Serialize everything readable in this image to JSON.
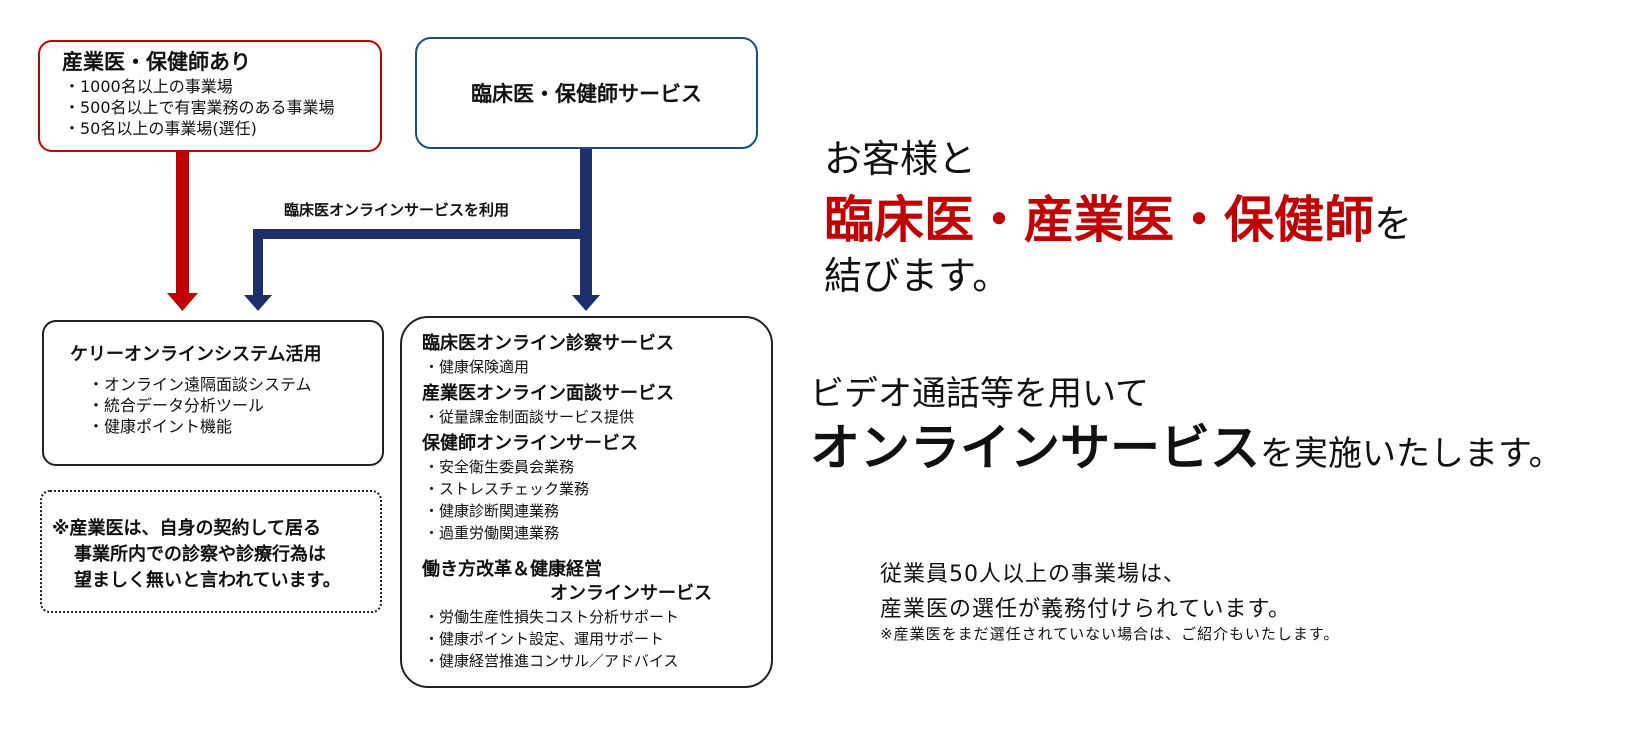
{
  "colors": {
    "red": "#c00000",
    "navy": "#1f2f6b",
    "blue_border": "#1f4e79",
    "text": "#111111"
  },
  "box_a": {
    "title": "産業医・保健師あり",
    "items": [
      "・1000名以上の事業場",
      "・500名以上で有害業務のある事業場",
      "・50名以上の事業場(選任)"
    ]
  },
  "box_b": {
    "title": "臨床医・保健師サービス"
  },
  "connector_label": "臨床医オンラインサービスを利用",
  "box_c": {
    "title": "ケリーオンラインシステム活用",
    "items": [
      "・オンライン遠隔面談システム",
      "・統合データ分析ツール",
      "・健康ポイント機能"
    ]
  },
  "box_d": {
    "lines": [
      "※産業医は、自身の契約して居る",
      "事業所内での診察や診療行為は",
      "望ましく無いと言われています。"
    ]
  },
  "box_e": {
    "sections": [
      {
        "title": "臨床医オンライン診察サービス",
        "items": [
          "・健康保険適用"
        ]
      },
      {
        "title": "産業医オンライン面談サービス",
        "items": [
          "・従量課金制面談サービス提供"
        ]
      },
      {
        "title": "保健師オンラインサービス",
        "items": [
          "・安全衛生委員会業務",
          "・ストレスチェック業務",
          "・健康診断関連業務",
          "・過重労働関連業務"
        ]
      },
      {
        "title_line1": "働き方改革＆健康経営",
        "title_line2": "オンラインサービス",
        "items": [
          "・労働生産性損失コスト分析サポート",
          "・健康ポイント設定、運用サポート",
          "・健康経営推進コンサル／アドバイス"
        ]
      }
    ]
  },
  "right": {
    "line1": "お客様と",
    "line2_highlight": "臨床医・産業医・保健師",
    "line2_tail": "を",
    "line3": "結びます。",
    "line4": "ビデオ通話等を用いて",
    "line5_bold": "オンラインサービス",
    "line5_tail": "を実施いたします。",
    "line6": "従業員50人以上の事業場は、",
    "line7": "産業医の選任が義務付けられています。",
    "line8": "※産業医をまだ選任されていない場合は、ご紹介もいたします。"
  }
}
